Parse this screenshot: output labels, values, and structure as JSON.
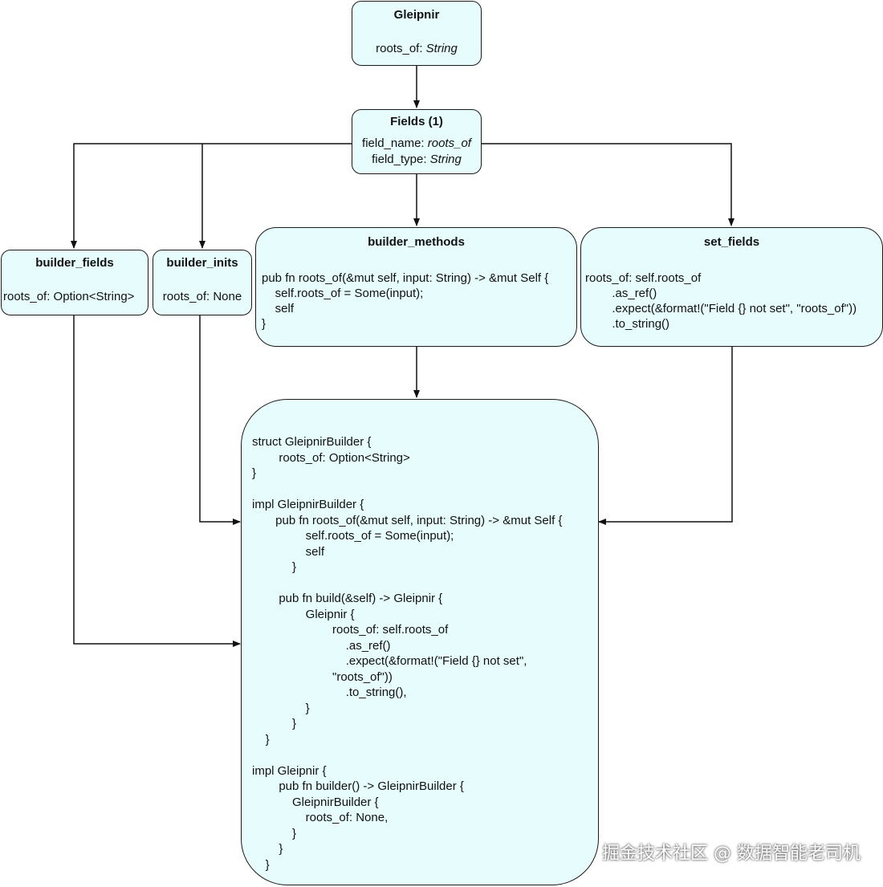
{
  "nodes": {
    "gleipnir": {
      "title": "Gleipnir",
      "line_prefix": "roots_of: ",
      "line_type": "String"
    },
    "fields": {
      "title": "Fields (1)",
      "name_prefix": "field_name: ",
      "name_value": "roots_of",
      "type_prefix": "field_type: ",
      "type_value": "String"
    },
    "builder_fields": {
      "title": "builder_fields",
      "line": "roots_of: Option<String>"
    },
    "builder_inits": {
      "title": "builder_inits",
      "line": "roots_of: None"
    },
    "builder_methods": {
      "title": "builder_methods",
      "lines": [
        "pub fn roots_of(&mut self, input: String) -> &mut Self {",
        "    self.roots_of = Some(input);",
        "    self",
        "}"
      ]
    },
    "set_fields": {
      "title": "set_fields",
      "lines": [
        "roots_of: self.roots_of",
        "        .as_ref()",
        "        .expect(&format!(\"Field {} not set\", \"roots_of\"))",
        "        .to_string()"
      ]
    },
    "output": {
      "lines": [
        "struct GleipnirBuilder {",
        "        roots_of: Option<String>",
        "}",
        "",
        "impl GleipnirBuilder {",
        "       pub fn roots_of(&mut self, input: String) -> &mut Self {",
        "                self.roots_of = Some(input);",
        "                self",
        "            }",
        "",
        "        pub fn build(&self) -> Gleipnir {",
        "                Gleipnir {",
        "                        roots_of: self.roots_of",
        "                            .as_ref()",
        "                            .expect(&format!(\"Field {} not set\",",
        "                        \"roots_of\"))",
        "                            .to_string(),",
        "                }",
        "            }",
        "    }",
        "",
        "impl Gleipnir {",
        "        pub fn builder() -> GleipnirBuilder {",
        "            GleipnirBuilder {",
        "                roots_of: None,",
        "            }",
        "        }",
        "    }"
      ]
    }
  },
  "watermark": "掘金技术社区 @ 数据智能老司机",
  "colors": {
    "node_fill": "#e6fcfd",
    "stroke": "#1a1a1a"
  }
}
